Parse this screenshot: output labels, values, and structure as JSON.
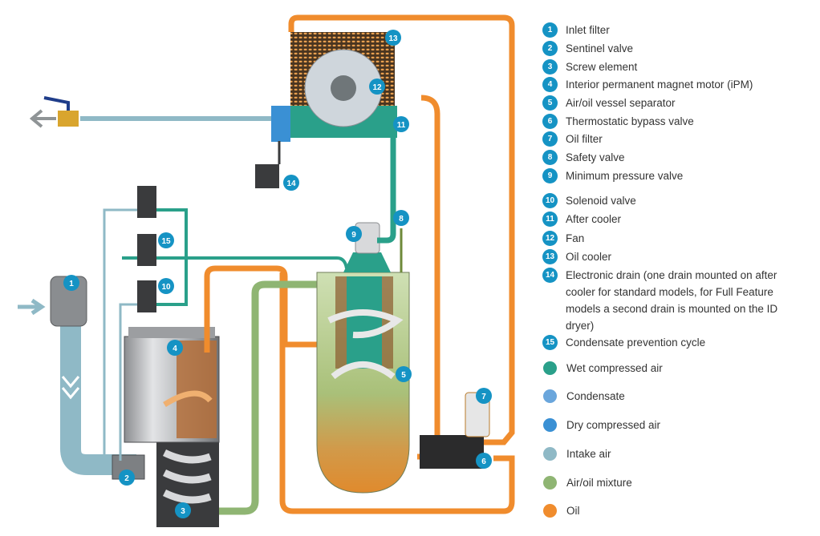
{
  "components": [
    {
      "n": "1",
      "label": "Inlet filter"
    },
    {
      "n": "2",
      "label": "Sentinel valve"
    },
    {
      "n": "3",
      "label": "Screw element"
    },
    {
      "n": "4",
      "label": "Interior permanent magnet motor (iPM)"
    },
    {
      "n": "5",
      "label": "Air/oil vessel separator"
    },
    {
      "n": "6",
      "label": "Thermostatic bypass valve"
    },
    {
      "n": "7",
      "label": "Oil filter"
    },
    {
      "n": "8",
      "label": "Safety valve"
    },
    {
      "n": "9",
      "label": "Minimum pressure valve"
    },
    {
      "n": "10",
      "label": "Solenoid valve"
    },
    {
      "n": "11",
      "label": "After cooler"
    },
    {
      "n": "12",
      "label": "Fan"
    },
    {
      "n": "13",
      "label": "Oil cooler"
    },
    {
      "n": "14",
      "label": "Electronic drain (one drain mounted on after cooler for standard models, for Full Feature models a second drain is mounted on the ID dryer)"
    },
    {
      "n": "15",
      "label": "Condensate prevention cycle"
    }
  ],
  "media": [
    {
      "label": "Wet compressed air",
      "color": "#2aa08a"
    },
    {
      "label": "Condensate",
      "color": "#6aa6dc"
    },
    {
      "label": "Dry compressed air",
      "color": "#3a90d4"
    },
    {
      "label": "Intake air",
      "color": "#8fb9c6"
    },
    {
      "label": "Air/oil mixture",
      "color": "#8fb573"
    },
    {
      "label": "Oil",
      "color": "#f08c2d"
    }
  ],
  "icons": {
    "outlet": "arrow-left-icon",
    "inlet": "arrow-right-icon",
    "flow": "chevron-down-icon",
    "fan": "fan-icon",
    "ball_valve": "ball-valve-icon"
  }
}
